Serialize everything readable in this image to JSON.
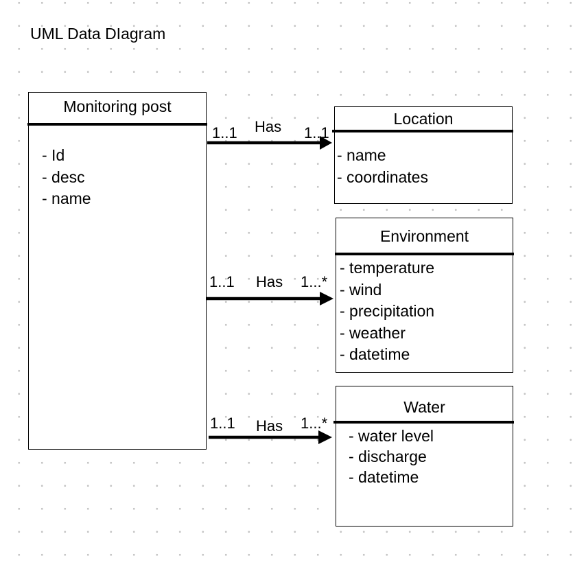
{
  "diagram": {
    "title": "UML Data DIagram",
    "classes": [
      {
        "id": "monitoring-post",
        "name": "Monitoring post",
        "attributes": [
          "- Id",
          "- desc",
          "- name"
        ]
      },
      {
        "id": "location",
        "name": "Location",
        "attributes": [
          "- name",
          "- coordinates"
        ]
      },
      {
        "id": "environment",
        "name": "Environment",
        "attributes": [
          "- temperature",
          "- wind",
          "- precipitation",
          "- weather",
          "- datetime"
        ]
      },
      {
        "id": "water",
        "name": "Water",
        "attributes": [
          "- water level",
          "- discharge",
          "- datetime"
        ]
      }
    ],
    "associations": [
      {
        "from": "monitoring-post",
        "to": "location",
        "label": "Has",
        "source_multiplicity": "1..1",
        "target_multiplicity": "1..1"
      },
      {
        "from": "monitoring-post",
        "to": "environment",
        "label": "Has",
        "source_multiplicity": "1..1",
        "target_multiplicity": "1...*"
      },
      {
        "from": "monitoring-post",
        "to": "water",
        "label": "Has",
        "source_multiplicity": "1..1",
        "target_multiplicity": "1...*"
      }
    ]
  }
}
